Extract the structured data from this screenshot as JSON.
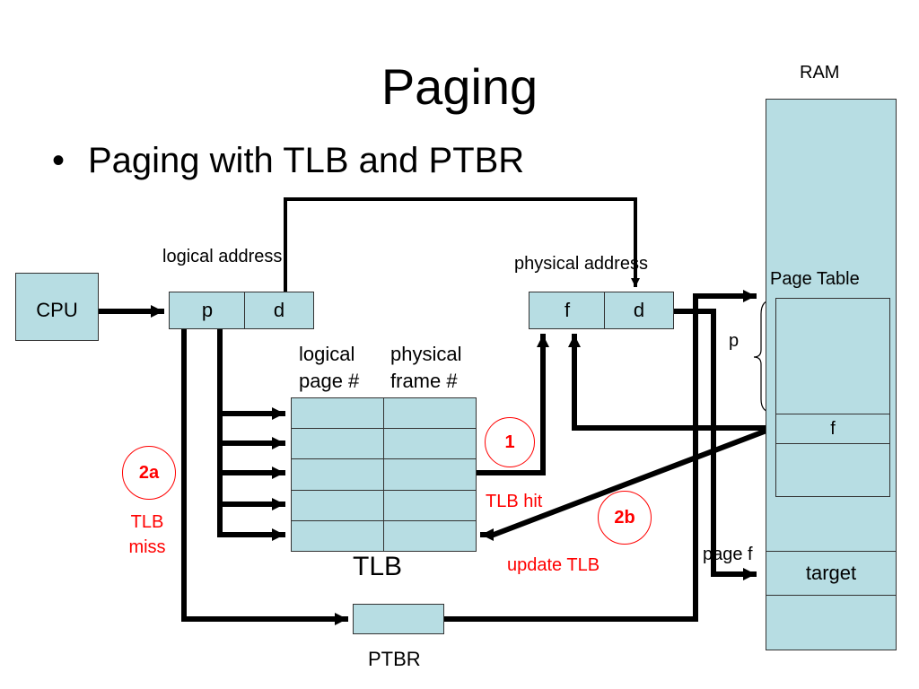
{
  "title": "Paging",
  "bullet": "Paging with TLB and PTBR",
  "cpu": {
    "label": "CPU"
  },
  "logical_address": {
    "label": "logical address",
    "p": "p",
    "d": "d"
  },
  "physical_address": {
    "label": "physical address",
    "f": "f",
    "d": "d"
  },
  "tlb": {
    "col1_line1": "logical",
    "col1_line2": "page #",
    "col2_line1": "physical",
    "col2_line2": "frame #",
    "label": "TLB",
    "rows": 5
  },
  "ptbr": {
    "label": "PTBR"
  },
  "ram": {
    "label": "RAM",
    "page_table": "Page Table",
    "p": "p",
    "f": "f",
    "target": "target",
    "page_f": "page f"
  },
  "annotations": {
    "step1": "1",
    "tlb_hit": "TLB hit",
    "step2a": "2a",
    "tlb_miss_line1": "TLB",
    "tlb_miss_line2": "miss",
    "step2b": "2b",
    "update_tlb": "update TLB"
  },
  "colors": {
    "box_fill": "#b7dde3",
    "annotation": "#ff0000"
  }
}
